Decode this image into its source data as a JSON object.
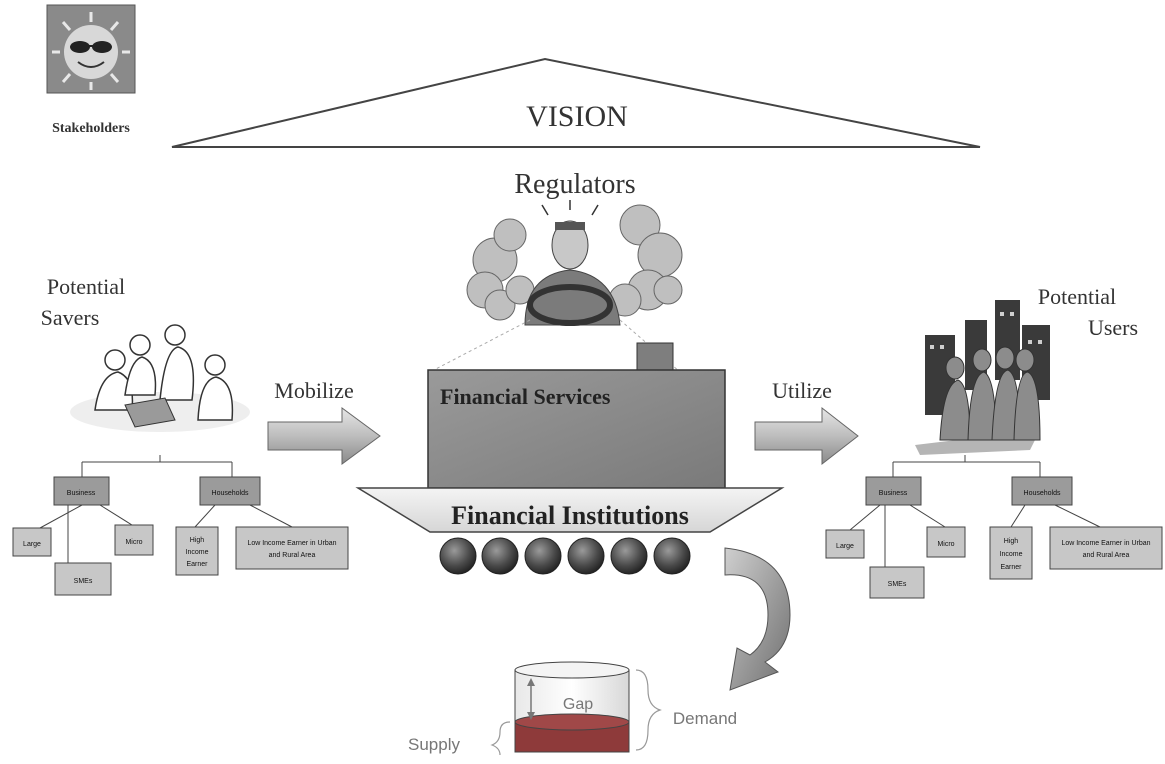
{
  "stakeholders_label": "Stakeholders",
  "vision_label": "VISION",
  "regulators_label": "Regulators",
  "savers": {
    "line1": "Potential",
    "line2": "Savers",
    "tree": {
      "business": "Business",
      "households": "Households",
      "large": "Large",
      "smes": "SMEs",
      "micro": "Micro",
      "high_income": [
        "High",
        "Income",
        "Earner"
      ],
      "low_income": [
        "Low Income Earner in Urban",
        "and Rural Area"
      ]
    }
  },
  "users": {
    "line1": "Potential",
    "line2": "Users",
    "tree": {
      "business": "Business",
      "households": "Households",
      "large": "Large",
      "smes": "SMEs",
      "micro": "Micro",
      "high_income": [
        "High",
        "Income",
        "Earner"
      ],
      "low_income": [
        "Low Income Earner in Urban",
        "and Rural Area"
      ]
    }
  },
  "mobilize_label": "Mobilize",
  "utilize_label": "Utilize",
  "financial_services_label": "Financial Services",
  "financial_institutions_label": "Financial Institutions",
  "gap_label": "Gap",
  "demand_label": "Demand",
  "supply_label": "Supply",
  "colors": {
    "box_fill": "#8e8e8e",
    "node_top": "#9b9b9b",
    "node_leaf": "#c7c7c7",
    "wheel": "#3a3a3a",
    "text": "#333333"
  }
}
